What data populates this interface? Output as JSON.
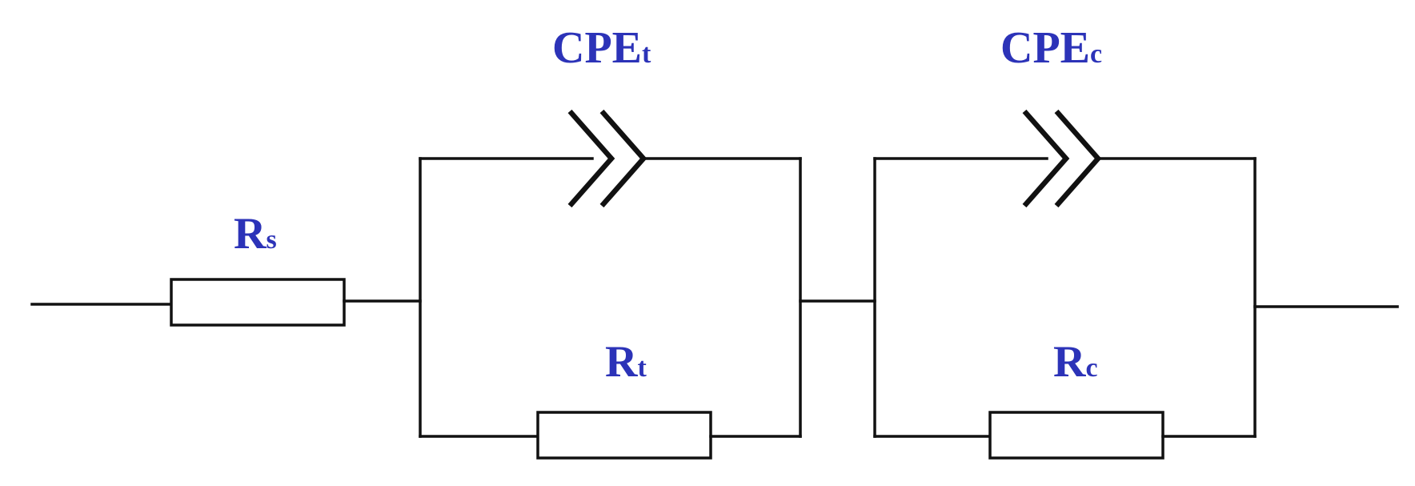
{
  "colors": {
    "label": "#2c33b8",
    "wire": "#111111",
    "background": "#ffffff"
  },
  "components": {
    "rs": {
      "main": "R",
      "sub": "s"
    },
    "cpe_t": {
      "main": "CPE",
      "sub": "t"
    },
    "rt": {
      "main": "R",
      "sub": "t"
    },
    "cpe_c": {
      "main": "CPE",
      "sub": "c"
    },
    "rc": {
      "main": "R",
      "sub": "c"
    }
  }
}
